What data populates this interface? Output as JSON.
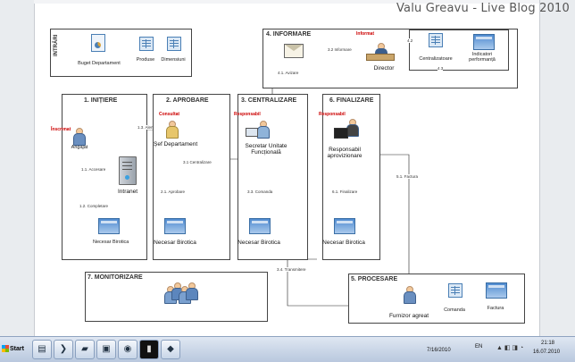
{
  "page": {
    "blog_title": "Valu Greavu - Live Blog 2010"
  },
  "inputs": {
    "title": "INTRĂRI",
    "items": [
      {
        "label": "Buget Departament",
        "icon": "report-chart-icon"
      },
      {
        "label": "Produse",
        "icon": "spreadsheet-icon"
      },
      {
        "label": "Dimensiuni",
        "icon": "spreadsheet-icon"
      }
    ]
  },
  "swimlanes": {
    "initiere": {
      "title": "1. INIȚIERE",
      "role": "Înscrimat",
      "actor": "Angajat",
      "server": "Intranet",
      "doc": "Necesar Birotica"
    },
    "aprobare": {
      "title": "2. APROBARE",
      "role": "Consultat",
      "actor": "Șef Departament",
      "doc": "Necesar Birotica"
    },
    "centralizare": {
      "title": "3. CENTRALIZARE",
      "role": "Responsabil",
      "actor": "Secretar Unitate Funcțională",
      "doc": "Necesar Birotica"
    },
    "finalizare": {
      "title": "6. FINALIZARE",
      "role": "Responsabil",
      "actor": "Responsabil aprovizionare",
      "doc": "Necesar Birotica"
    },
    "informare": {
      "title": "4. INFORMARE",
      "role": "Informat",
      "actor": "Director",
      "docs": [
        "Centralizatoare",
        "Indicatori performanță"
      ]
    },
    "monitorizare": {
      "title": "7. MONITORIZARE"
    },
    "procesare": {
      "title": "5. PROCESARE",
      "actor": "Furnizor agreat",
      "docs": [
        "Comanda",
        "Factura"
      ]
    }
  },
  "arrows": {
    "a11": "1.1. Accesare",
    "a12": "1.2. Completare",
    "a13": "1.3. Alertare",
    "a21": "2.1. Aprobare",
    "a31": "3.1 Centralizare",
    "a33": "3.3. Comanda",
    "a34": "3.4. Transmitere",
    "a41": "4.1. Avizare",
    "a42": "4.2",
    "a43": "4.3",
    "a32": "3.2 Informare",
    "a51": "5.1. Factura",
    "a61": "6.1. Finalizare"
  },
  "taskbar": {
    "start_label": "Start",
    "lang": "EN",
    "time": "21:18",
    "date": "16.07.2010",
    "clock_partial": "7/16/2010"
  }
}
